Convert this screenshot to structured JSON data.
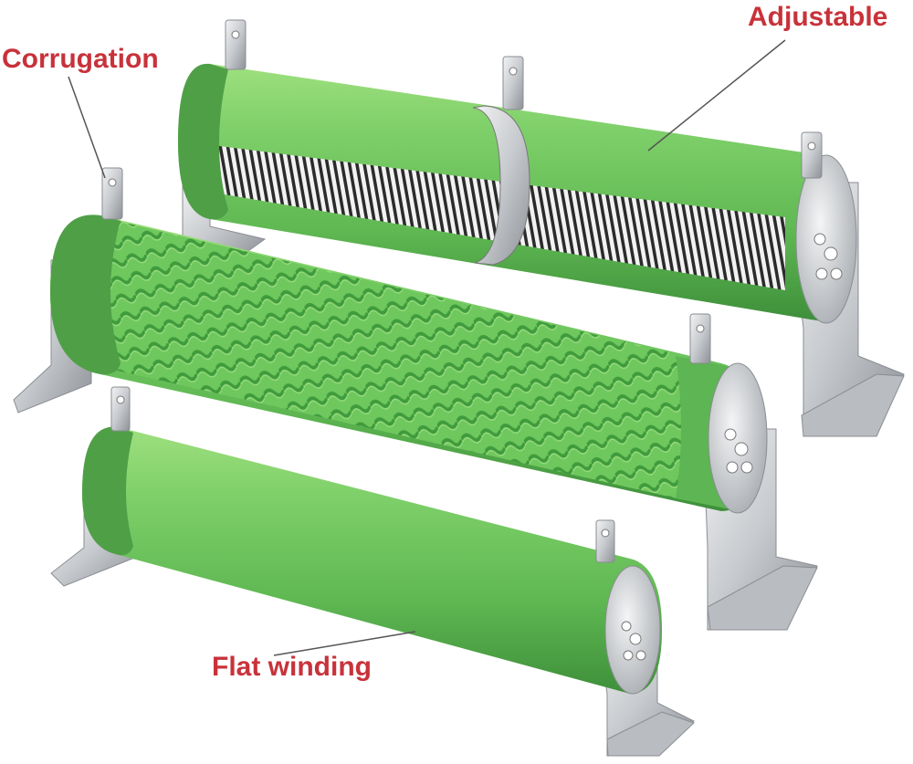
{
  "labels": {
    "corrugation": "Corrugation",
    "adjustable": "Adjustable",
    "flat_winding": "Flat winding"
  },
  "colors": {
    "label_text": "#c8323a",
    "resistor_green": "#6cc45e",
    "resistor_green_dark": "#3f9a3c",
    "metal": "#c9ccd0",
    "leader_line": "#555555"
  },
  "icons": [
    "corrugated-resistor",
    "adjustable-resistor",
    "flat-winding-resistor"
  ]
}
